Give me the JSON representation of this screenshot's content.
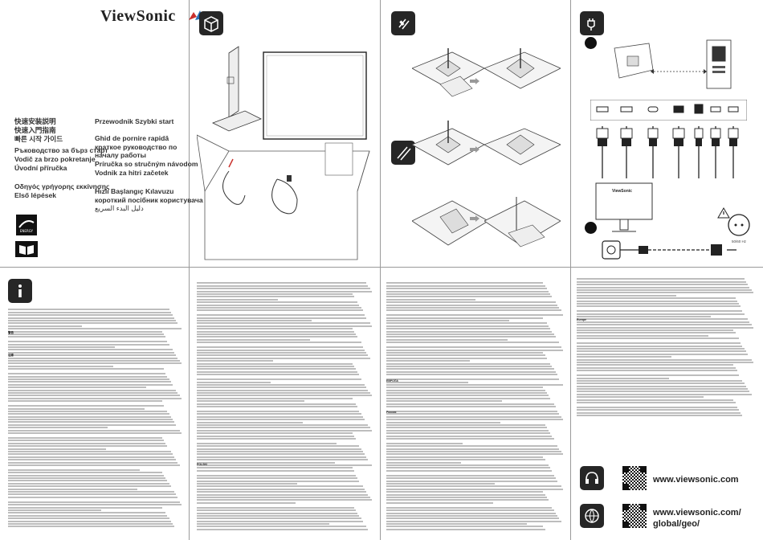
{
  "brand": {
    "name": "ViewSonic"
  },
  "titles": {
    "left": [
      "快速安装説明",
      "快速入門指南",
      "빠른 시작 가이드",
      "Ръководство за бърз старт",
      "Vodič za brzo pokretanje",
      "Úvodní příručka",
      "Οδηγός γρήγορης εκκίνησης",
      "Első lépések"
    ],
    "right": [
      "Przewodnik Szybki start",
      "Ghid de pornire rapidă",
      "краткое руководство по",
      "началу работы",
      "Príručka so stručným návodom",
      "Vodnik za hitri začetek",
      "Hızlı Başlangıç Kılavuzu",
      "короткий посібник користувача",
      "دليل البدء السريع"
    ]
  },
  "labels": {
    "voltage": "50/60 Hz",
    "monitor_brand": "ViewSonic"
  },
  "urls": {
    "main": "www.viewsonic.com",
    "global": "www.viewsonic.com/",
    "global2": "global/geo/"
  },
  "sections": {
    "warnings": "警告",
    "c2": "注意",
    "ce": "ЕВРОПА",
    "ru": "Россия",
    "pl": "POLSKI",
    "rtl": "Europe"
  },
  "icons": [
    "box-icon",
    "stand-icon",
    "screw-icon",
    "plug-icon",
    "info-icon",
    "book-icon",
    "support-icon",
    "globe-icon"
  ]
}
